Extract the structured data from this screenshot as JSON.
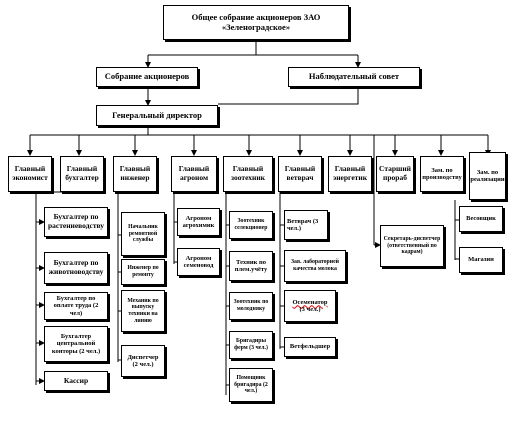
{
  "top": {
    "line1": "Общее собрание акционеров ЗАО",
    "line2": "«Зеленоградское»"
  },
  "level2": {
    "left": "Собрание акционеров",
    "right": "Наблюдательный совет"
  },
  "director": "Генеральный директор",
  "heads": {
    "economist": "Главный экономист",
    "accountant": "Главный бухгалтер",
    "engineer": "Главный инженер",
    "agronomist": "Главный агроном",
    "zootechnician": "Главный зоотехник",
    "vet": "Главный ветврач",
    "energy": "Главный энергетик",
    "foreman": "Старший прораб",
    "deputy_production": "Зам. по производству",
    "deputy_sales": "Зам. по реализации"
  },
  "accountant_sub": [
    "Бухгалтер по растениеводству",
    "Бухгалтер по животноводству",
    "Бухгалтер по оплате труда (2 чел)",
    "Бухгалтер центральной конторы (2 чел.)",
    "Кассир"
  ],
  "engineer_sub": [
    "Начальник ремонтной службы",
    "Инженер по ремонту",
    "Механик по выпуску техники на линию",
    "Диспетчер (2 чел.)"
  ],
  "agronomist_sub": [
    "Агроном агрохимик",
    "Агроном семеновод"
  ],
  "zootech_sub": [
    "Зоотехник селекционер",
    "Техник по плем.учёту",
    "Зоотехник по молодняку",
    "Бригадиры ферм (3 чел.)",
    "Помощник бригадира (2 чел.)"
  ],
  "vet_sub": {
    "vet": "Ветврач (3 чел.)",
    "lab": "Зав. лабораторией качества молока",
    "inseminator_word": "Осеменатор",
    "inseminator_count": "(3 чел.)",
    "paramedic": "Ветфельдшер"
  },
  "foreman_sub": "Секретарь-диспетчер (ответственный по кадрам)",
  "sales_sub": [
    "Весовщик",
    "Магазин"
  ]
}
